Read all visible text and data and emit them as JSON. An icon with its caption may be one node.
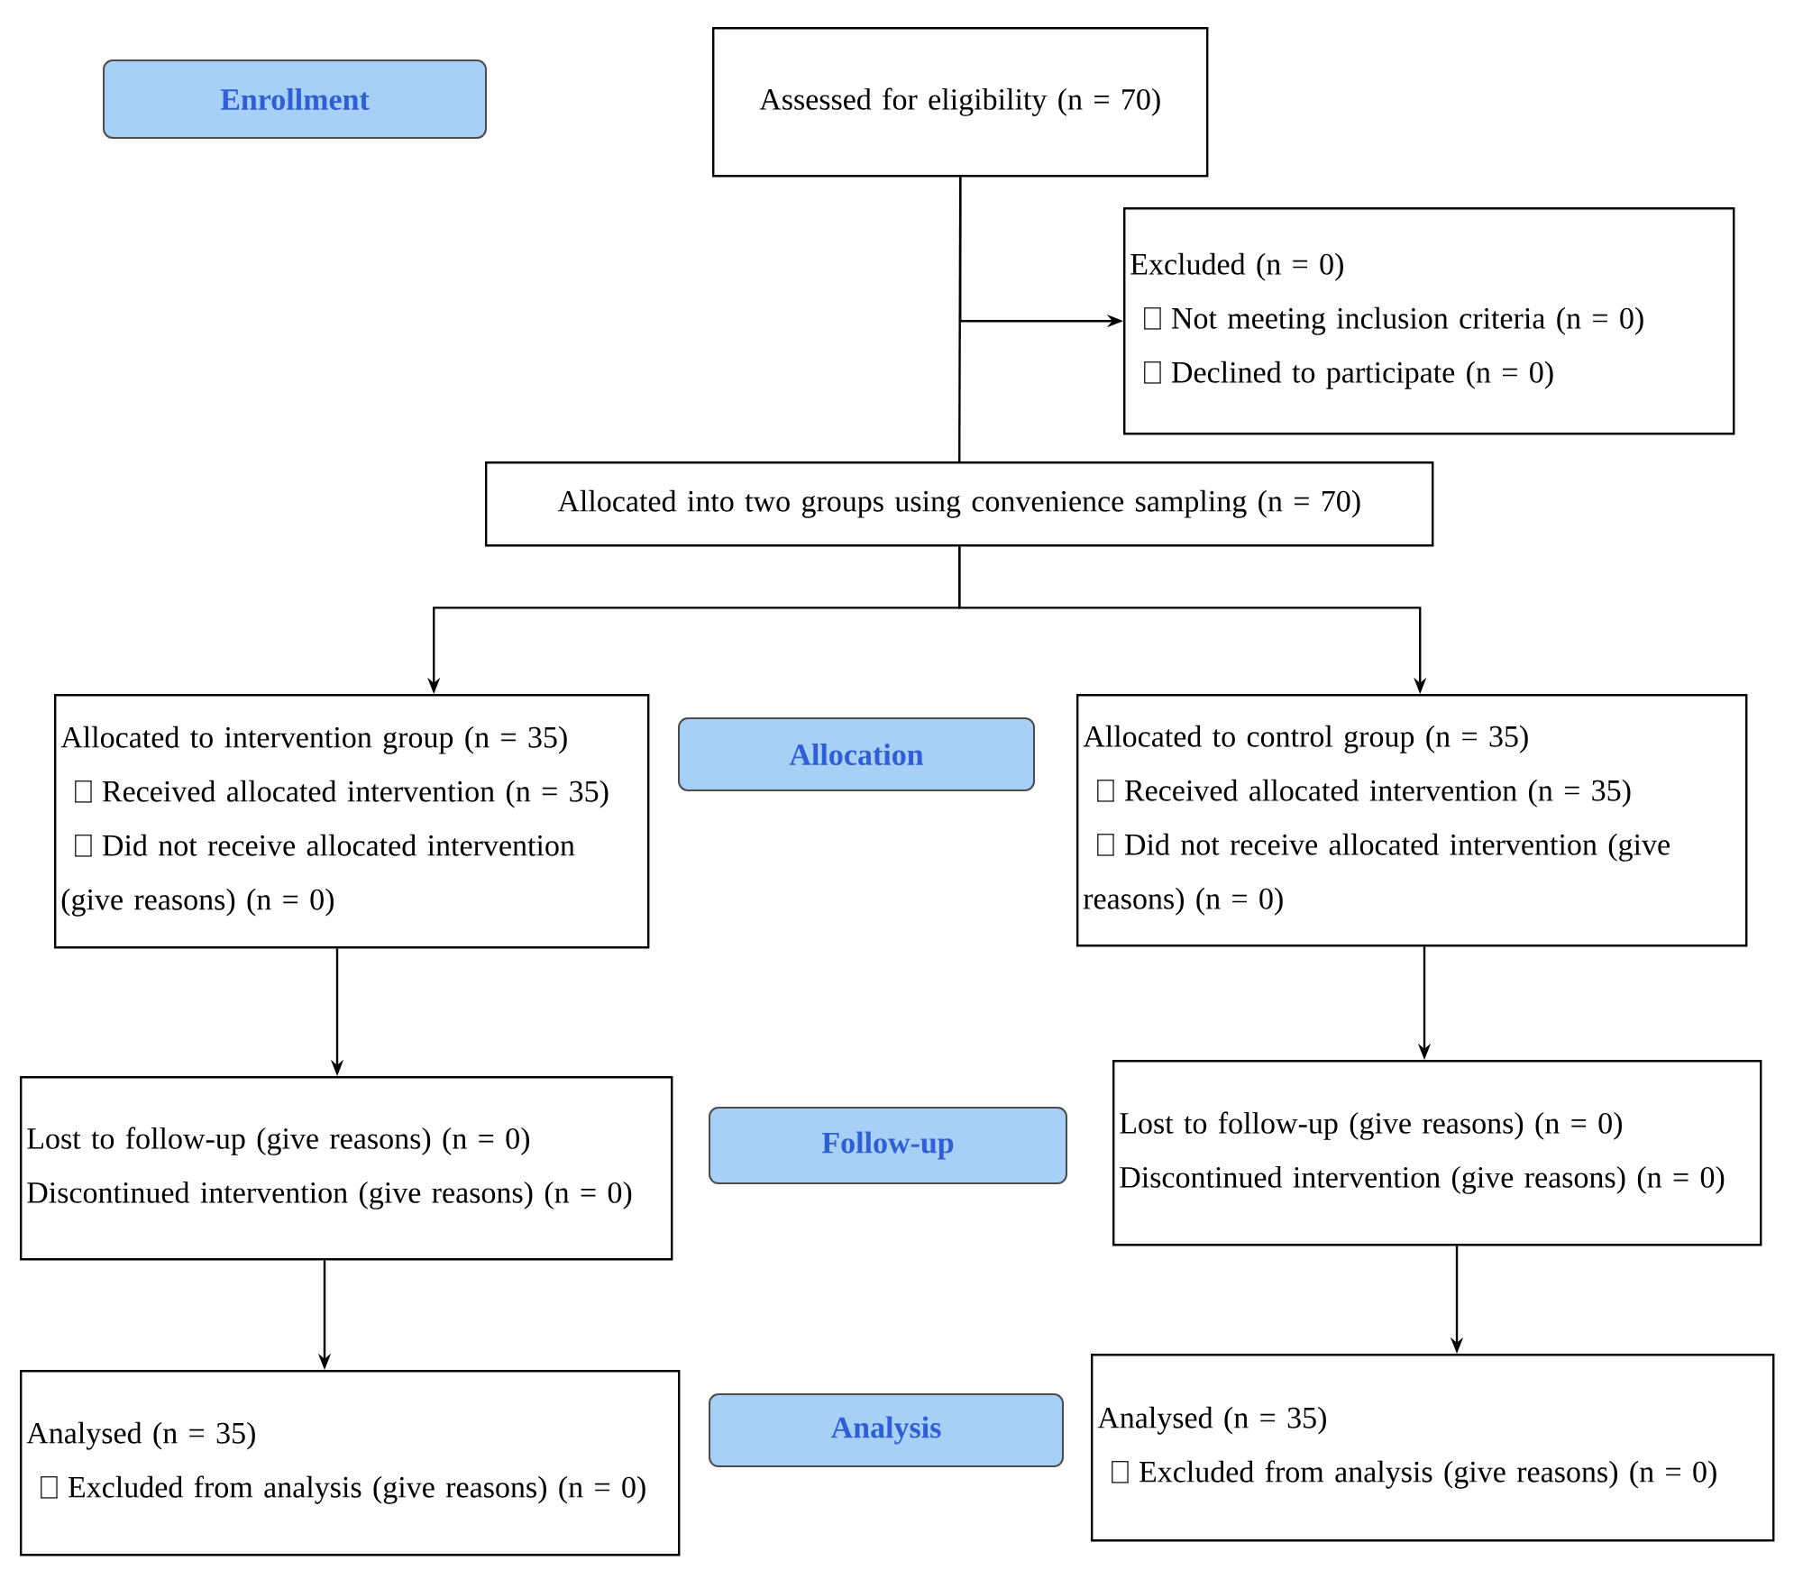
{
  "diagram": {
    "nodes": [
      {
        "text": [
          "Enrollment"
        ]
      },
      {
        "text": [
          "Assessed for eligibility (n = 70)"
        ]
      },
      {
        "text": [
          "Excluded (n = 0)",
          "Not meeting inclusion criteria (n = 0)",
          "Declined to participate (n = 0)"
        ]
      },
      {
        "text": [
          "Allocated into two groups using convenience sampling (n = 70)"
        ]
      },
      {
        "text": [
          "Allocated to intervention group (n = 35)",
          "Received allocated intervention (n = 35)",
          "Did not receive allocated intervention (give reasons) (n = 0)"
        ]
      },
      {
        "text": [
          "Allocation"
        ]
      },
      {
        "text": [
          "Allocated to control group (n = 35)",
          "Received allocated intervention (n = 35)",
          "Did not receive allocated intervention (give reasons) (n = 0)"
        ]
      },
      {
        "text": [
          "Lost to follow-up (give reasons) (n = 0)",
          "Discontinued intervention (give reasons) (n = 0)"
        ]
      },
      {
        "text": [
          "Follow-up"
        ]
      },
      {
        "text": [
          "Lost to follow-up (give reasons) (n = 0)",
          "Discontinued intervention (give reasons) (n = 0)"
        ]
      },
      {
        "text": [
          "Analysed (n = 35)",
          "Excluded from analysis (give reasons) (n = 0)"
        ]
      },
      {
        "text": [
          "Analysis"
        ]
      },
      {
        "text": [
          "Analysed (n = 35)",
          "Excluded from analysis (give reasons) (n = 0)"
        ]
      }
    ],
    "edges": [
      {
        "from": 1,
        "to": 3,
        "arrow": "none"
      },
      {
        "from": 1,
        "to": 2,
        "arrow": "to"
      },
      {
        "from": 3,
        "to": 4,
        "arrow": "to"
      },
      {
        "from": 3,
        "to": 6,
        "arrow": "to"
      },
      {
        "from": 4,
        "to": 7,
        "arrow": "to"
      },
      {
        "from": 6,
        "to": 9,
        "arrow": "to"
      },
      {
        "from": 7,
        "to": 10,
        "arrow": "to"
      },
      {
        "from": 9,
        "to": 12,
        "arrow": "to"
      }
    ]
  }
}
